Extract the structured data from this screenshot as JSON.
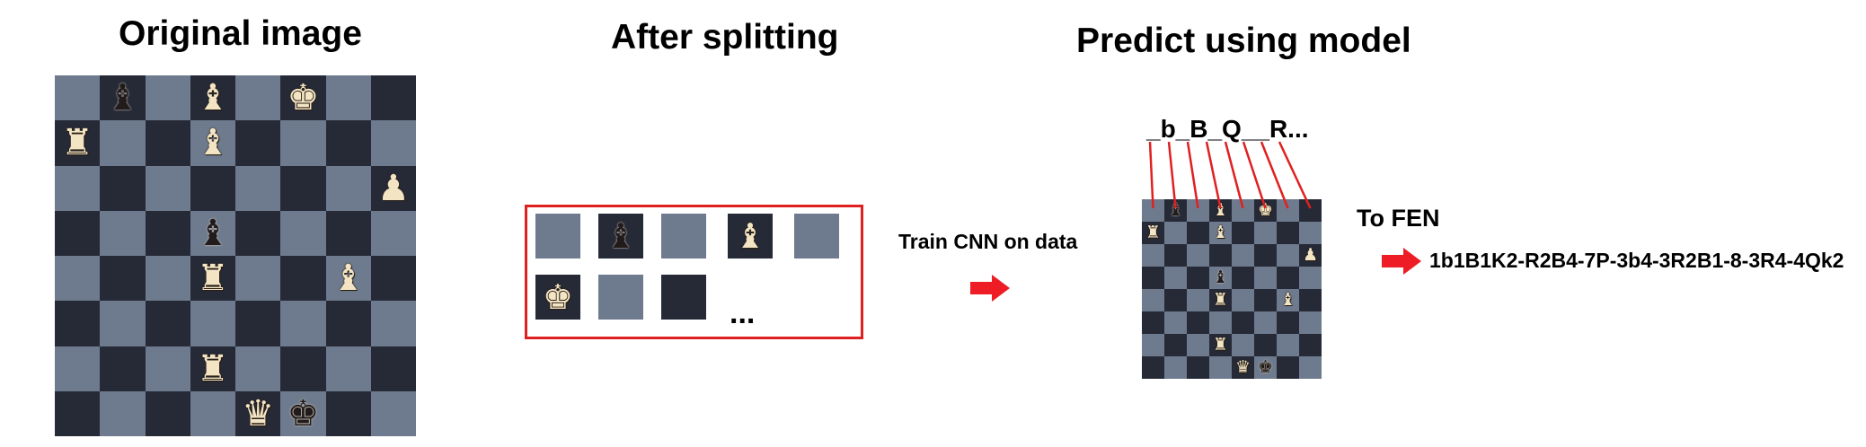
{
  "headings": {
    "original": "Original image",
    "splitting": "After splitting",
    "predict": "Predict using model"
  },
  "labels": {
    "train": "Train CNN on data",
    "to_fen": "To FEN",
    "fen": "1b1B1K2-R2B4-7P-3b4-3R2B1-8-3R4-4Qk2",
    "sequence": "_b_B_Q__R...",
    "ellipsis": "..."
  },
  "colors": {
    "light_square": "#6e7b8e",
    "dark_square": "#262a37",
    "frame": "#e02020",
    "arrow": "#ee1c24"
  },
  "fen": "1b1B1K2/R2B4/7P/3b4/3R2B1/8/3R4/4Qk2",
  "split_tiles": [
    {
      "piece": "",
      "square": "light"
    },
    {
      "piece": "b",
      "square": "dark"
    },
    {
      "piece": "",
      "square": "light"
    },
    {
      "piece": "B",
      "square": "dark"
    },
    {
      "piece": "",
      "square": "light"
    },
    {
      "piece": "K",
      "square": "dark"
    },
    {
      "piece": "",
      "square": "light"
    },
    {
      "piece": "",
      "square": "dark"
    }
  ]
}
